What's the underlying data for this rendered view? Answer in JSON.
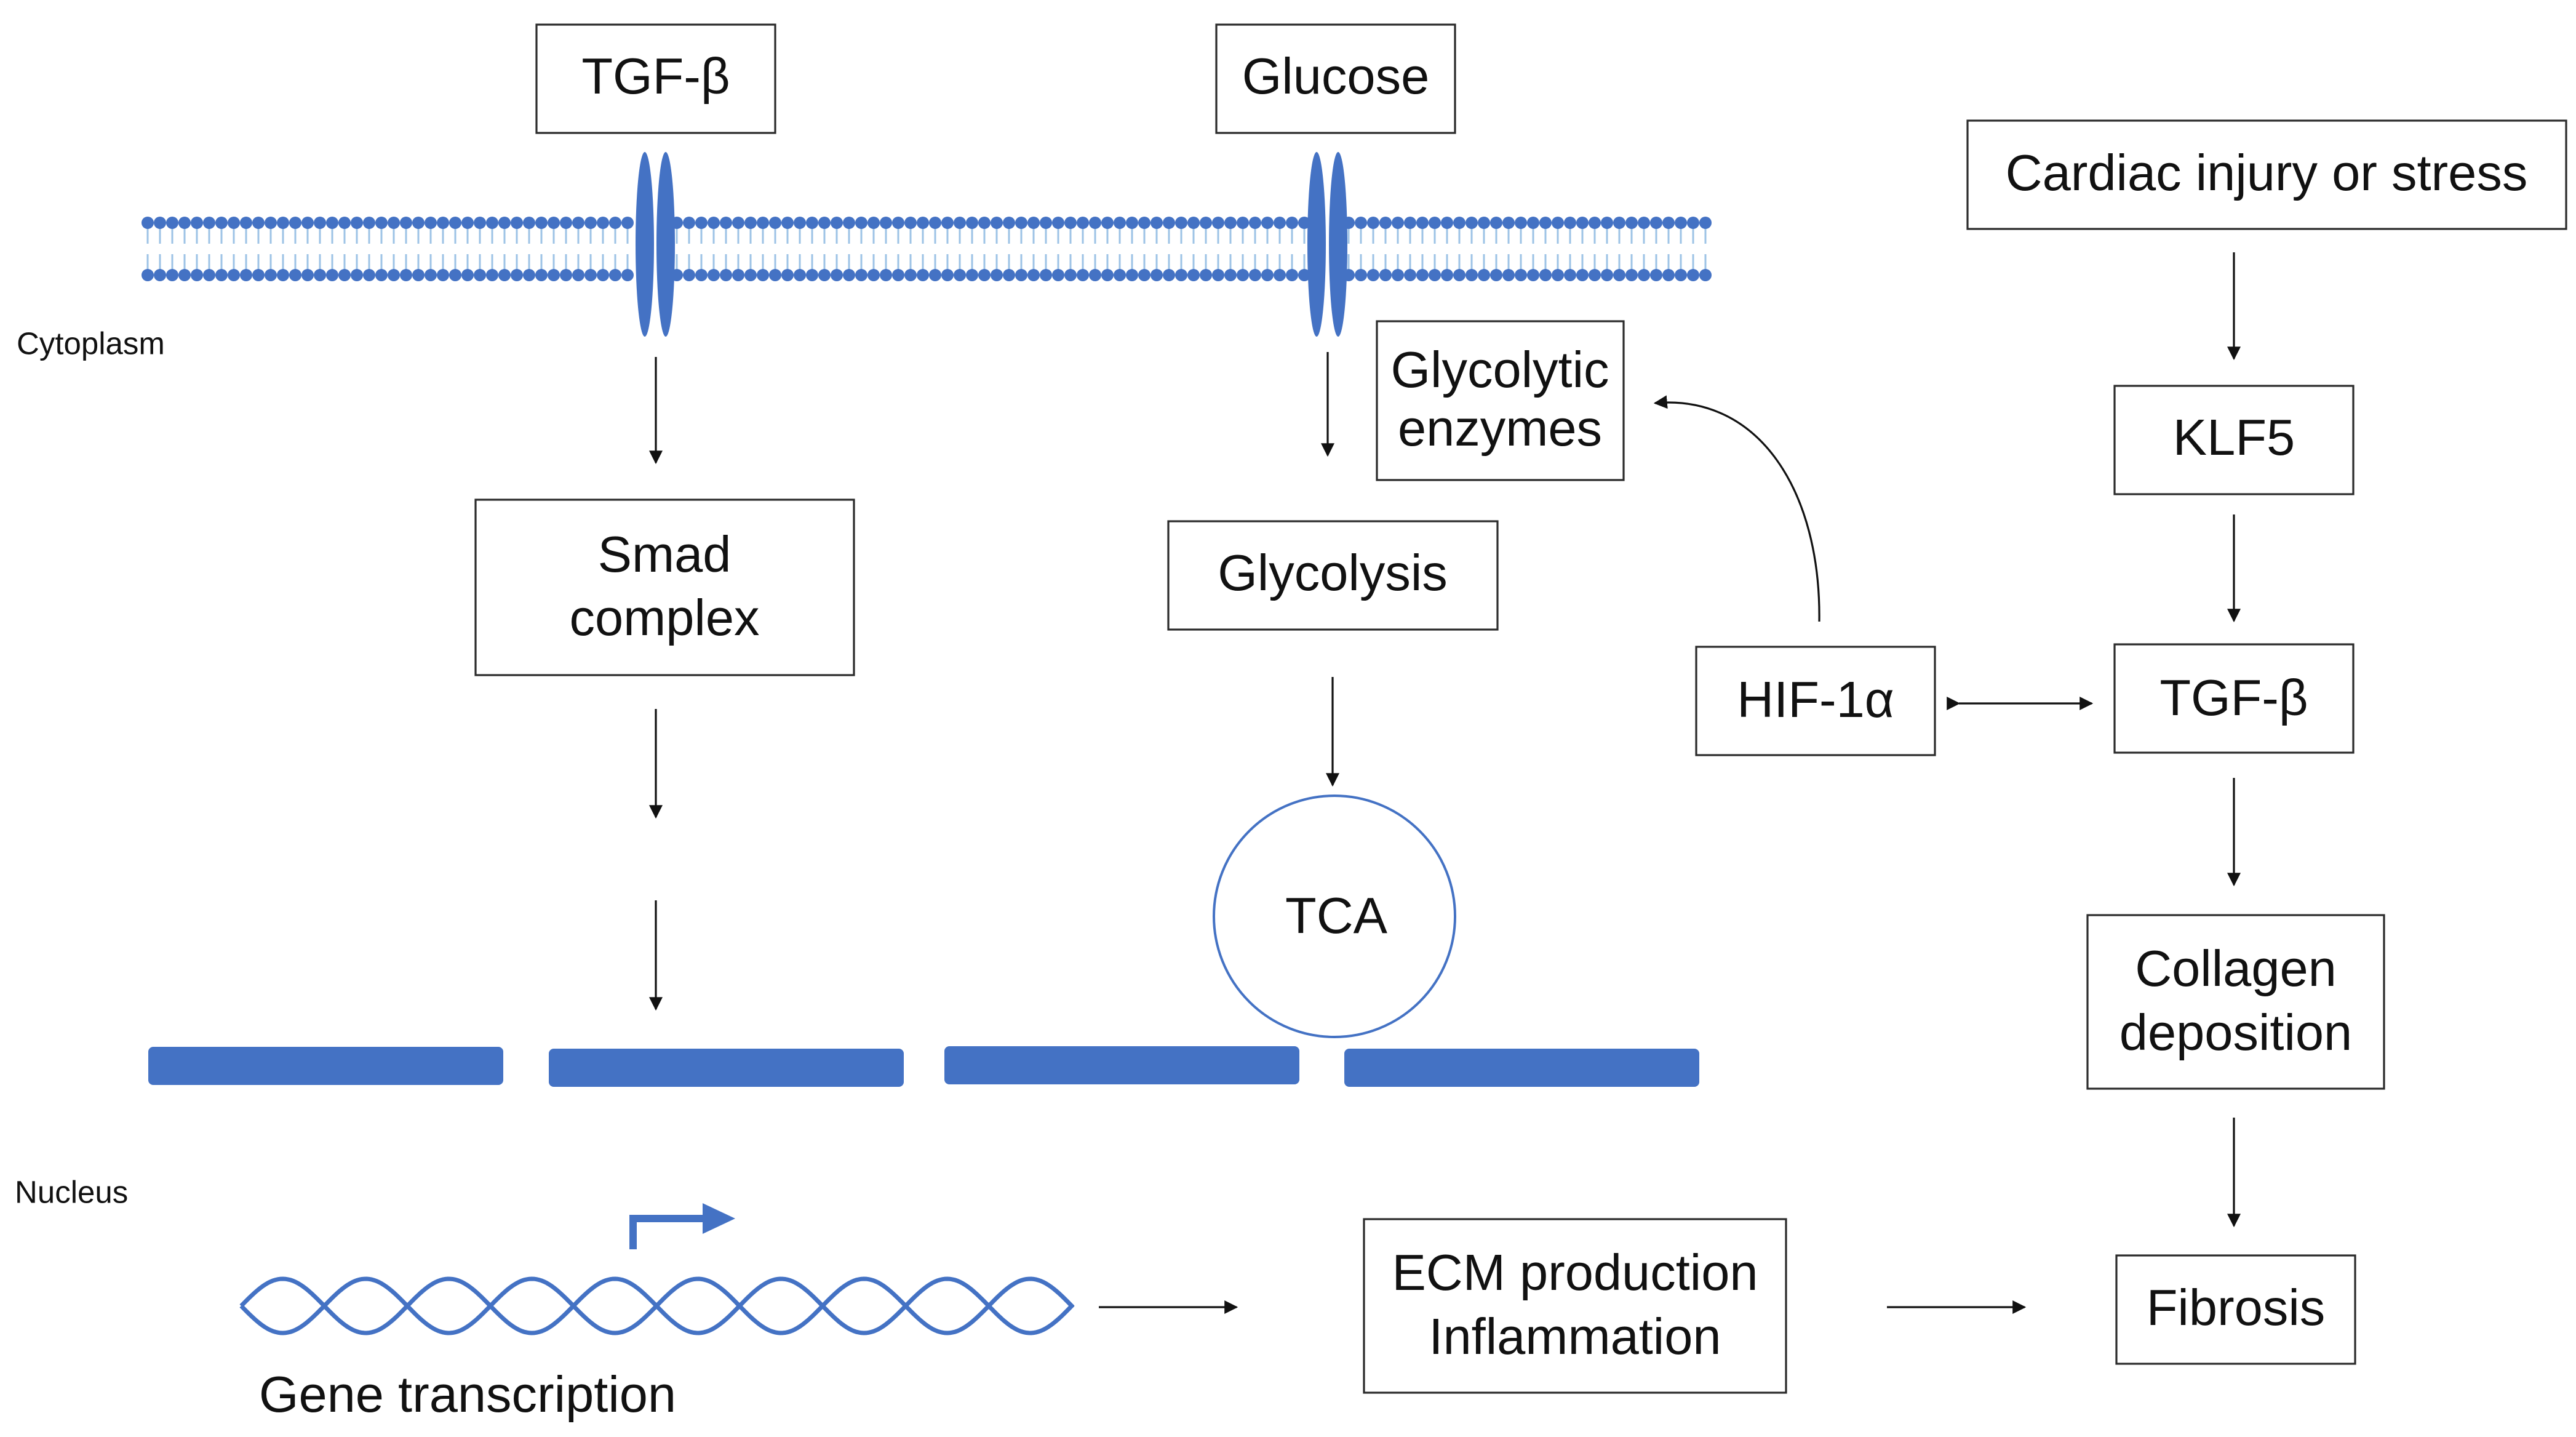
{
  "colors": {
    "membrane": "#4472C4",
    "membrane_tail": "#9DC3E6",
    "line": "#111111",
    "box_border": "#2b2b2b"
  },
  "regions": {
    "cytoplasm": "Cytoplasm",
    "nucleus": "Nucleus"
  },
  "nodes": {
    "tgfb_top": "TGF-β",
    "glucose": "Glucose",
    "cardiac": "Cardiac injury or stress",
    "glycolytic_line1": "Glycolytic",
    "glycolytic_line2": "enzymes",
    "klf5": "KLF5",
    "smad_line1": "Smad",
    "smad_line2": "complex",
    "glycolysis": "Glycolysis",
    "hif": "HIF-1α",
    "tgfb_right": "TGF-β",
    "tca": "TCA",
    "collagen_line1": "Collagen",
    "collagen_line2": "deposition",
    "ecm_line1": "ECM production",
    "ecm_line2": "Inflammation",
    "fibrosis": "Fibrosis",
    "gene": "Gene transcription"
  }
}
